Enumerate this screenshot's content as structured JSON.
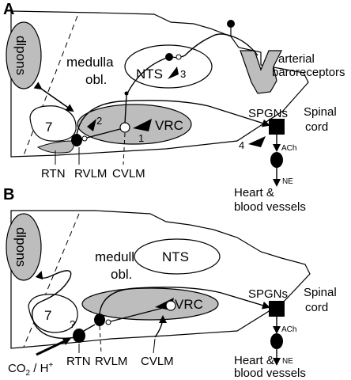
{
  "panels": [
    {
      "letter": "A",
      "labels": {
        "dlpons": "dlpons",
        "medulla": "medulla",
        "obl": "obl.",
        "nts": "NTS",
        "vrc": "VRC",
        "seven": "7",
        "rtn": "RTN",
        "rvlm": "RVLM",
        "cvlm": "CVLM",
        "arterial": "arterial",
        "baroreceptors": "baroreceptors",
        "spgns": "SPGNs",
        "spinal": "Spinal",
        "cord": "cord",
        "ach": "ACh",
        "ne": "NE",
        "heart": "Heart &",
        "vessels": "blood vessels",
        "n1": "1",
        "n2": "2",
        "n3": "3",
        "n4": "4"
      }
    },
    {
      "letter": "B",
      "labels": {
        "dlpons": "dlpons",
        "medulla": "medulla",
        "obl": "obl.",
        "nts": "NTS",
        "vrc": "VRC",
        "seven": "7",
        "q": "?",
        "rtn": "RTN",
        "rvlm": "RVLM",
        "cvlm": "CVLM",
        "co2": "CO",
        "co2sub": "2",
        "co2h": " / H",
        "co2sup": "+",
        "spgns": "SPGNs",
        "spinal": "Spinal",
        "cord": "cord",
        "ach": "ACh",
        "ne": "NE",
        "heart": "Heart &",
        "vessels": "blood vessels"
      }
    }
  ]
}
